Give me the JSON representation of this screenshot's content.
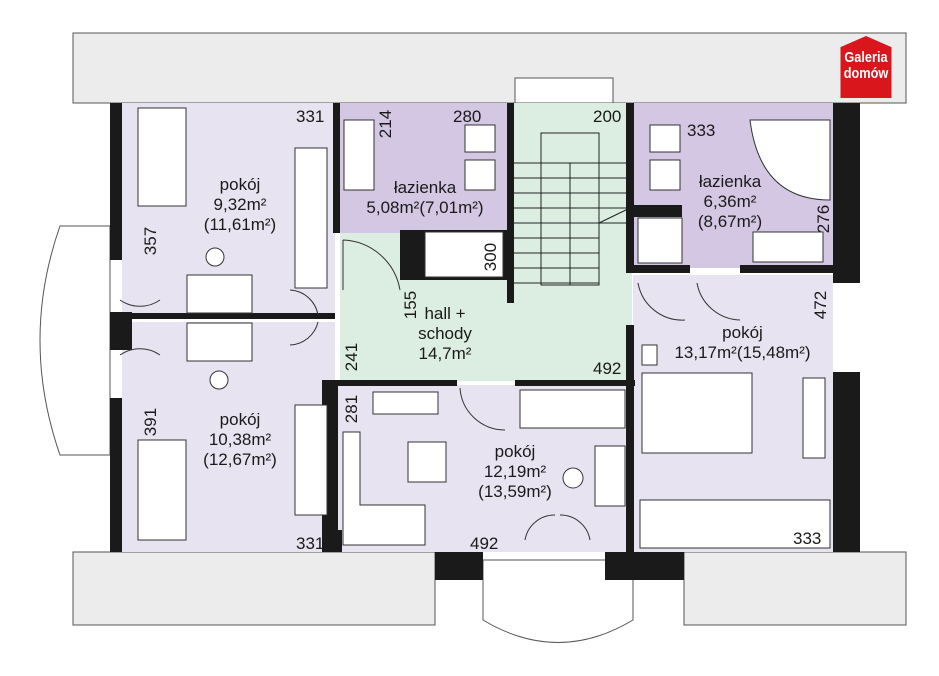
{
  "logo": {
    "line1": "Galeria",
    "line2": "domów",
    "color": "#d9161c"
  },
  "colors": {
    "room": "#e7e3f0",
    "bathroom": "#d3c7e3",
    "hall": "#dcede1",
    "wall": "#1a1a1a",
    "roof": "#ececec"
  },
  "rooms": [
    {
      "name": "pokój",
      "area": "9,32m²",
      "gross": "(11,61m²)"
    },
    {
      "name": "pokój",
      "area": "10,38m²",
      "gross": "(12,67m²)"
    },
    {
      "name": "łazienka",
      "area": "5,08m²(7,01m²)"
    },
    {
      "name": "hall +",
      "name2": "schody",
      "area": "14,7m²"
    },
    {
      "name": "pokój",
      "area": "12,19m²",
      "gross": "(13,59m²)"
    },
    {
      "name": "łazienka",
      "area": "6,36m²",
      "gross": "(8,67m²)"
    },
    {
      "name": "pokój",
      "area": "13,17m²(15,48m²)"
    }
  ],
  "dimensions": [
    "331",
    "357",
    "214",
    "280",
    "200",
    "333",
    "276",
    "300",
    "155",
    "241",
    "492",
    "472",
    "391",
    "281",
    "331",
    "492",
    "333"
  ]
}
